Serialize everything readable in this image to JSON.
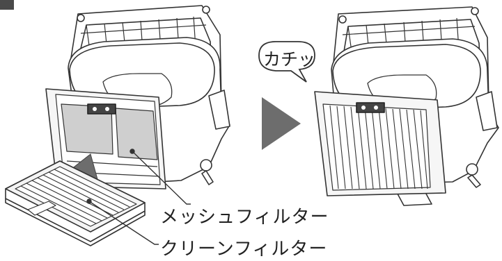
{
  "step_marker": "",
  "callout_sound": "カチッ",
  "labels": {
    "mesh_filter": "メッシュフィルター",
    "clean_filter": "クリーンフィルター"
  },
  "colors": {
    "line": "#333333",
    "arrow_gray": "#6d6d6d",
    "marker": "#4a4a4a",
    "panel_gray": "#cfcfcf"
  }
}
